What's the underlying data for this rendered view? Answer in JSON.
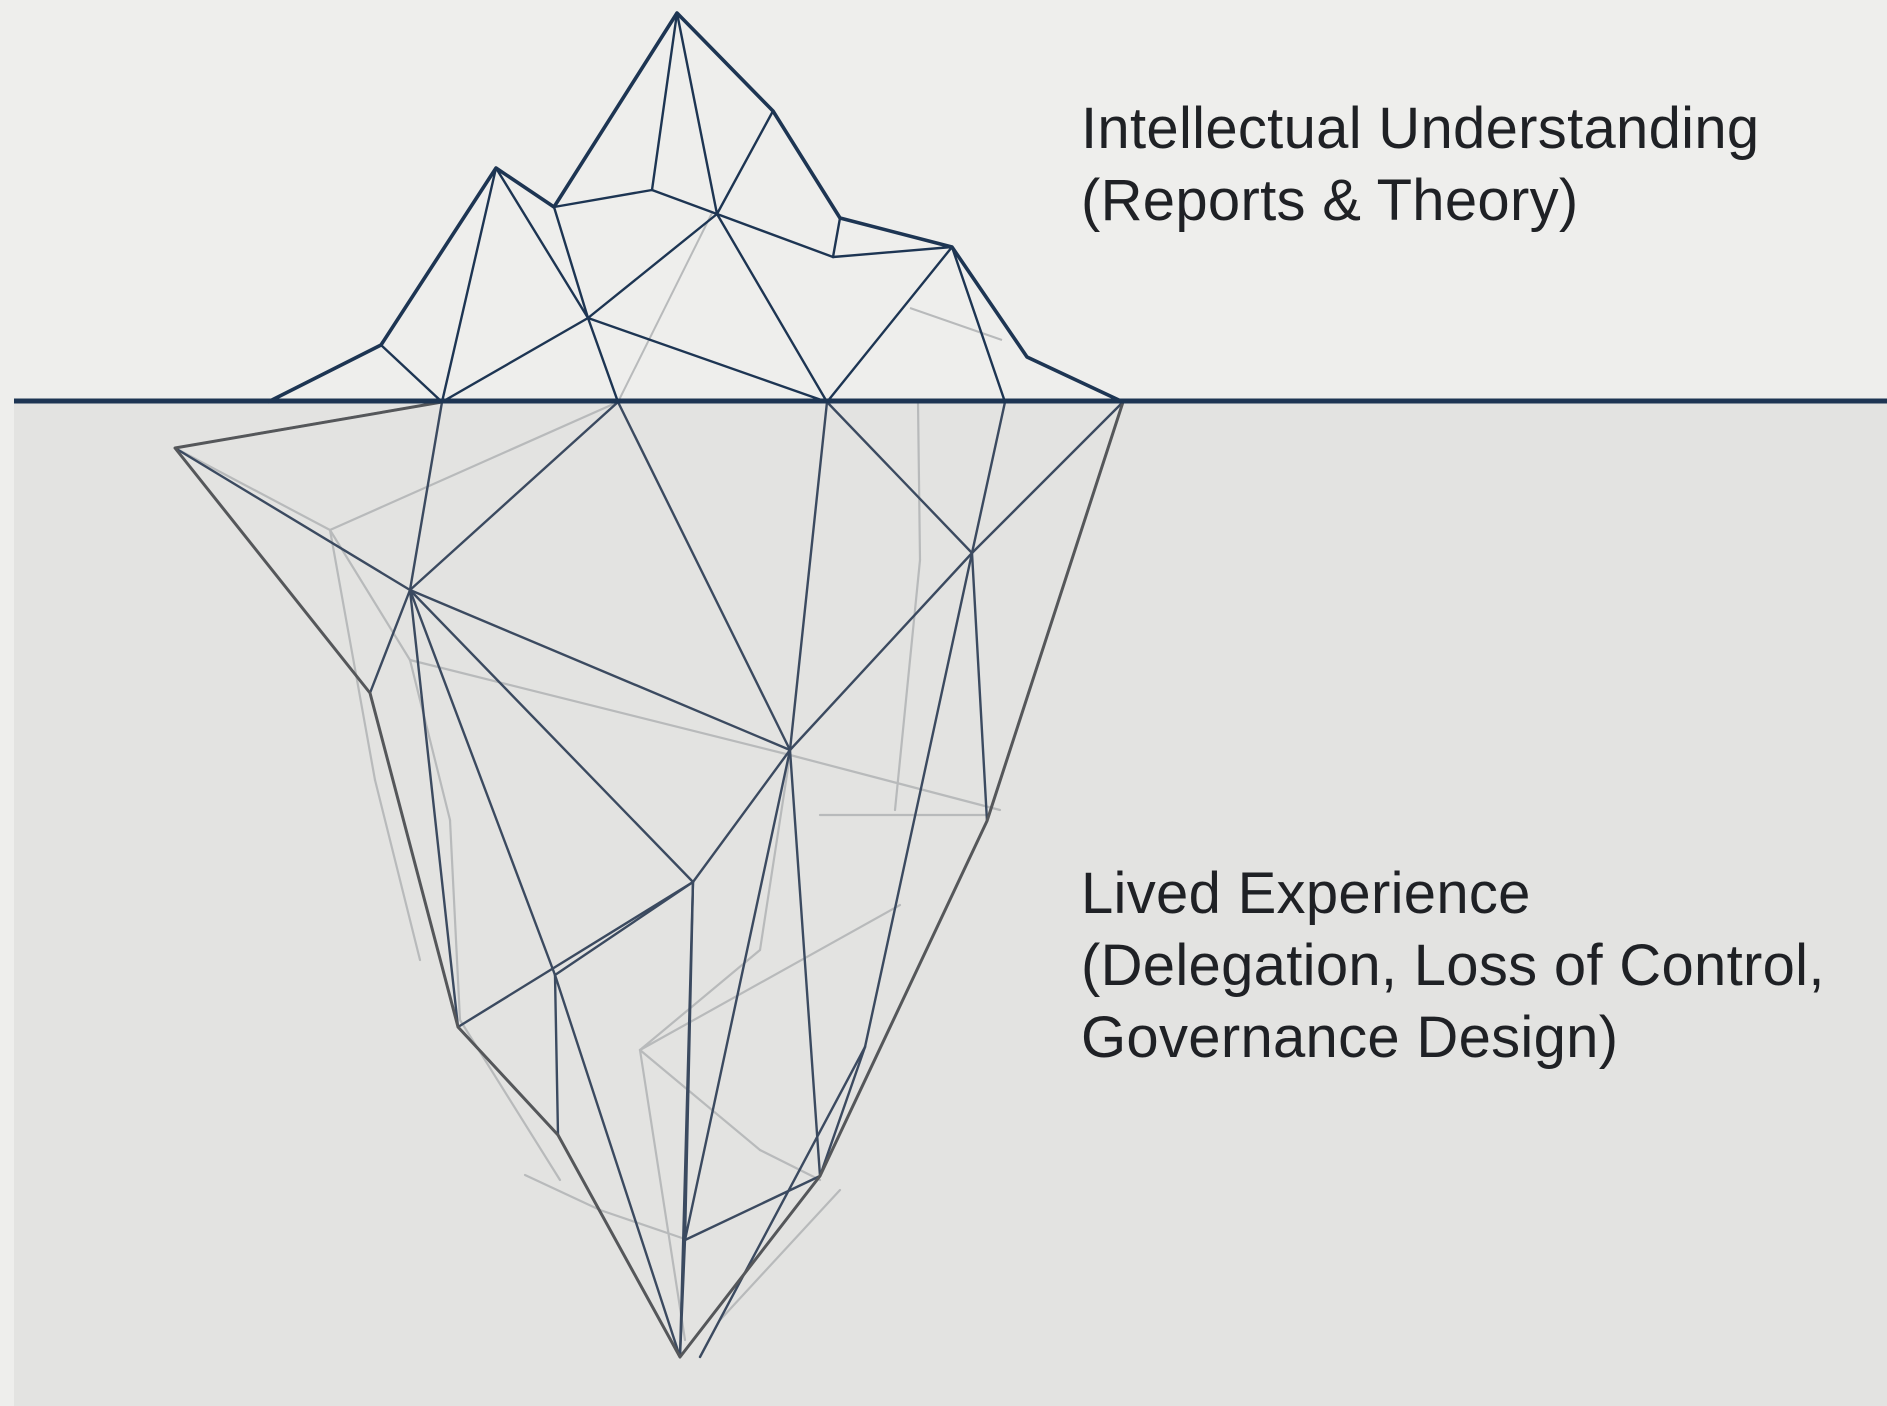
{
  "diagram": {
    "type": "iceberg",
    "colors": {
      "background_above": "#eeeeec",
      "background_below": "#e3e3e1",
      "waterline": "#1d3553",
      "iceberg_above": "#1d3553",
      "iceberg_below_dark": "#55575a",
      "iceberg_below_light": "#b8babb"
    },
    "labels": {
      "above_water": {
        "lines": [
          "Intellectual Understanding",
          "(Reports & Theory)"
        ]
      },
      "below_water": {
        "lines": [
          "Lived Experience",
          "(Delegation, Loss of Control,",
          "Governance Design)"
        ]
      }
    }
  }
}
